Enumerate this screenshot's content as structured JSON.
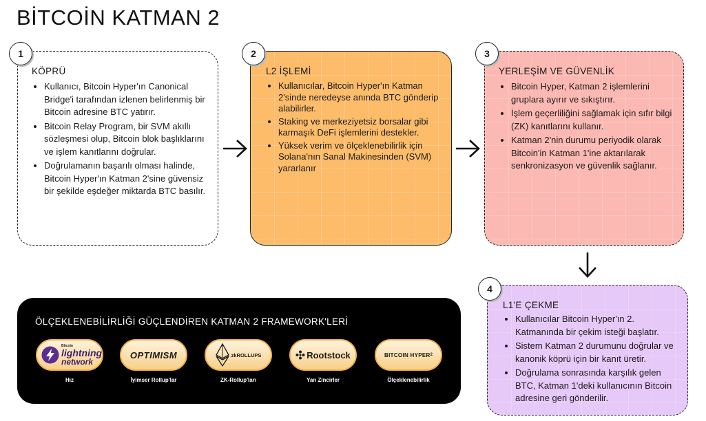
{
  "title": "BİTCOİN KATMAN 2",
  "steps": [
    {
      "number": "1",
      "heading": "KÖPRÜ",
      "bullets": [
        "Kullanıcı, Bitcoin Hyper'ın Canonical Bridge'i tarafından izlenen belirlenmiş bir Bitcoin adresine BTC yatırır.",
        "Bitcoin Relay Program, bir SVM akıllı sözleşmesi olup, Bitcoin blok başlıklarını ve işlem kanıtlarını doğrular.",
        "Doğrulamanın başarılı olması halinde, Bitcoin Hyper'ın Katman 2'sine güvensiz bir şekilde eşdeğer miktarda BTC basılır."
      ]
    },
    {
      "number": "2",
      "heading": "L2 İŞLEMİ",
      "bullets": [
        "Kullanıcılar, Bitcoin Hyper'ın Katman 2'sinde neredeyse anında BTC gönderip alabilirler.",
        "Staking ve merkeziyetsiz borsalar gibi karmaşık DeFi işlemlerini destekler.",
        "Yüksek verim ve ölçeklenebilirlik için Solana'nın Sanal Makinesinden (SVM) yararlanır"
      ]
    },
    {
      "number": "3",
      "heading": "YERLEŞİM VE GÜVENLİK",
      "bullets": [
        "Bitcoin Hyper, Katman 2 işlemlerini gruplara ayırır ve sıkıştırır.",
        "İşlem geçerliliğini sağlamak için sıfır bilgi (ZK) kanıtlarını kullanır.",
        "Katman 2'nin durumu periyodik olarak Bitcoin'in Katman 1'ine aktarılarak senkronizasyon ve güvenlik sağlanır."
      ]
    },
    {
      "number": "4",
      "heading": "L1'E ÇEKME",
      "bullets": [
        "Kullanıcılar Bitcoin Hyper'ın 2. Katmanında bir çekim isteği başlatır.",
        "Sistem Katman 2 durumunu doğrular ve kanonik köprü için bir kanıt üretir.",
        "Doğrulama sonrasında karşılık gelen BTC, Katman 1'deki kullanıcının Bitcoin adresine geri gönderilir."
      ]
    }
  ],
  "frameworks": {
    "title": "ÖLÇEKLENEBİLİRLİĞİ GÜÇLENDİREN KATMAN 2 FRAMEWORK'LERİ",
    "items": [
      {
        "logo_top": "Bitcoin",
        "logo_line1": "lightning",
        "logo_line2": "network",
        "caption": "Hız"
      },
      {
        "logo_text": "OPTIMISM",
        "caption": "İyimser Rollup'lar"
      },
      {
        "logo_text": "zkROLLUPS",
        "caption": "ZK-Rollup'ları"
      },
      {
        "logo_text": "Rootstock",
        "caption": "Yan Zincirler"
      },
      {
        "logo_text": "BITCOIN HYPER",
        "logo_sup": "2",
        "caption": "Ölçeklenebilirlik"
      }
    ]
  },
  "colors": {
    "step1_bg": "#ffffff",
    "step2_bg": "#fcbc6a",
    "step3_bg": "#fcb9b3",
    "step4_bg": "#e6c9f8",
    "logo_border": "#f0b24a",
    "lightning_purple": "#5a2d91"
  }
}
